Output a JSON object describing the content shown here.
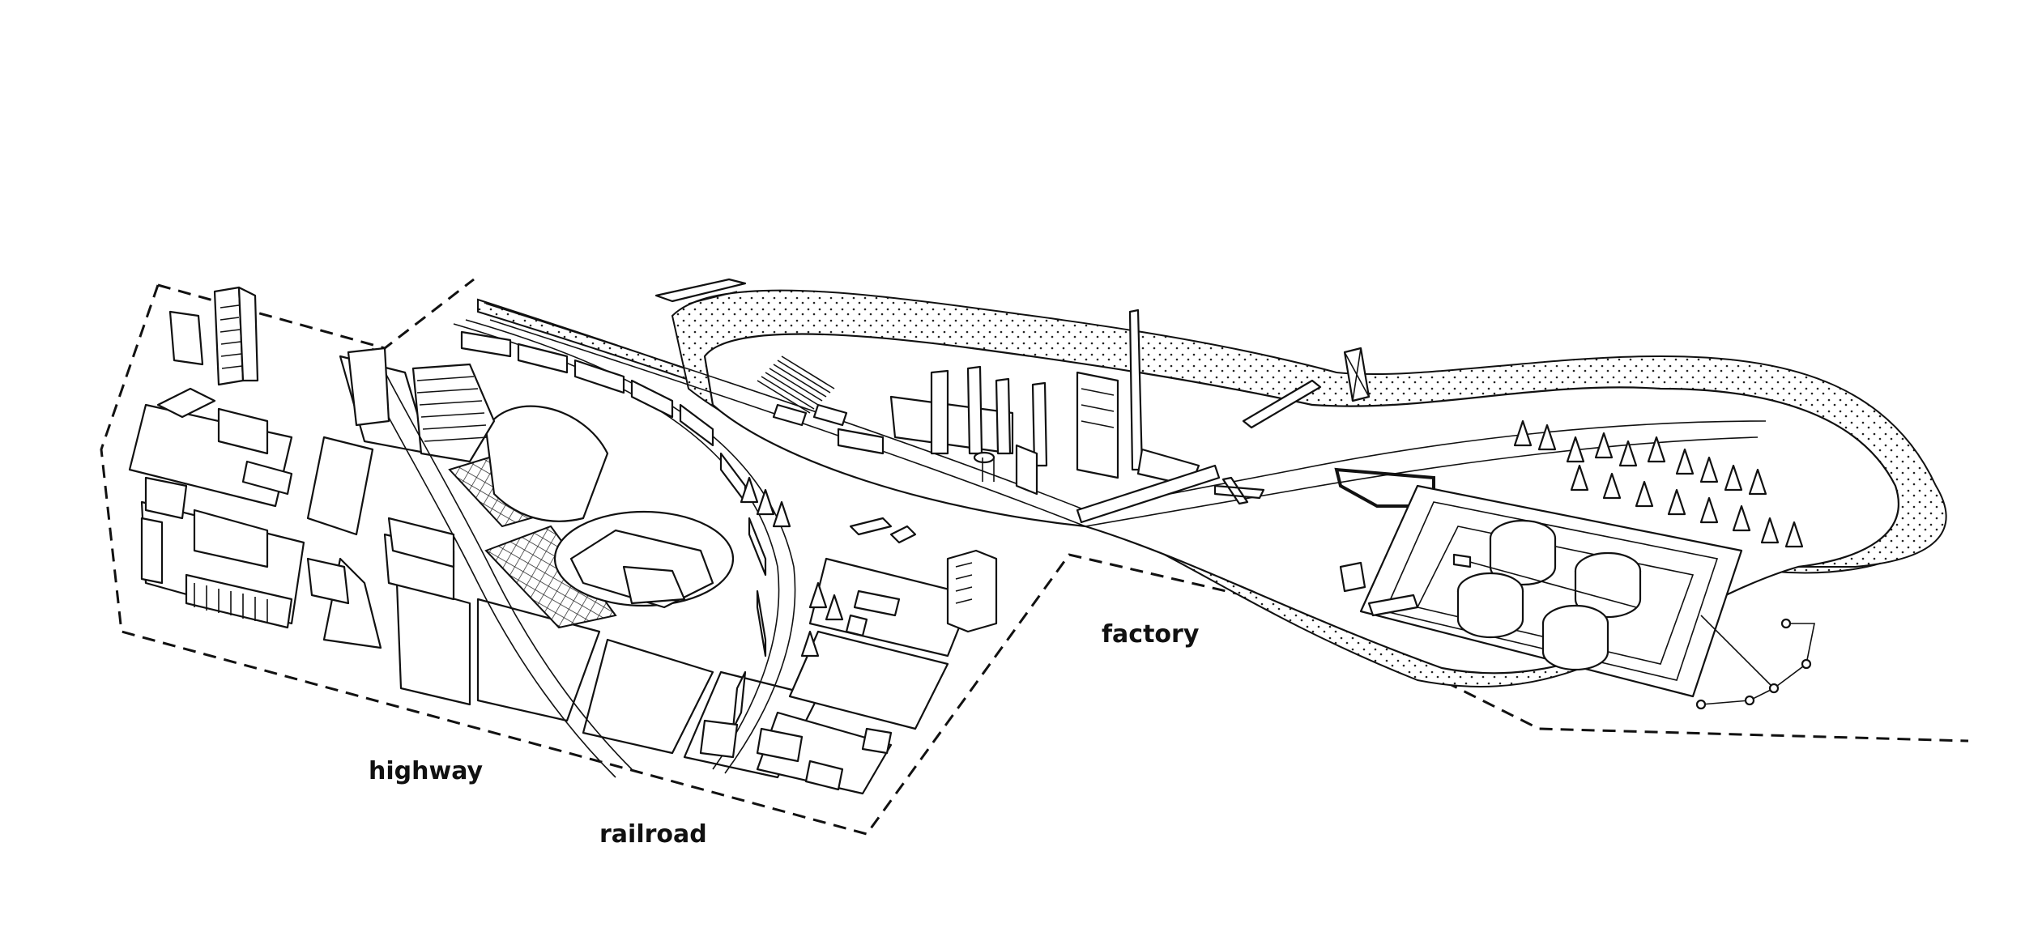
{
  "labels": {
    "highway": "highway",
    "railroad": "railroad",
    "factory": "factory"
  },
  "colors": {
    "ink": "#111111",
    "paper": "#ffffff"
  }
}
